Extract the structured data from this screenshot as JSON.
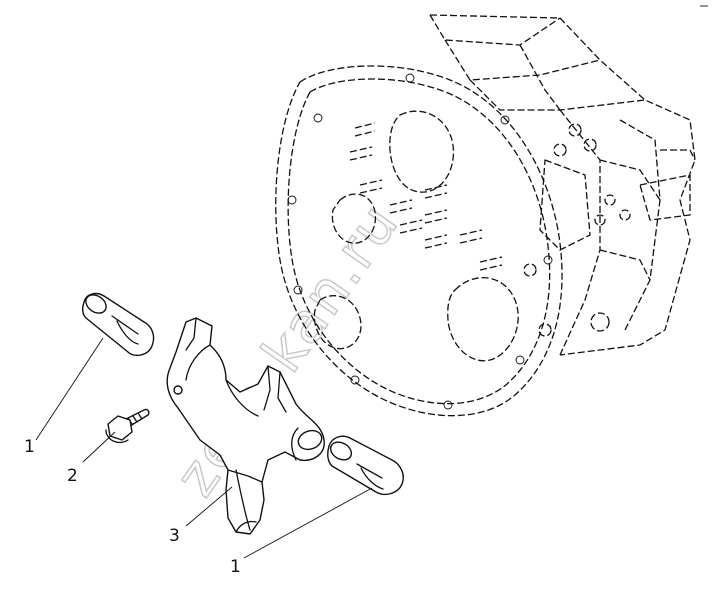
{
  "callouts": [
    {
      "id": "c1a",
      "text": "1"
    },
    {
      "id": "c2",
      "text": "2"
    },
    {
      "id": "c3",
      "text": "3"
    },
    {
      "id": "c1b",
      "text": "1"
    }
  ],
  "watermark": "zeto-kan.ru"
}
